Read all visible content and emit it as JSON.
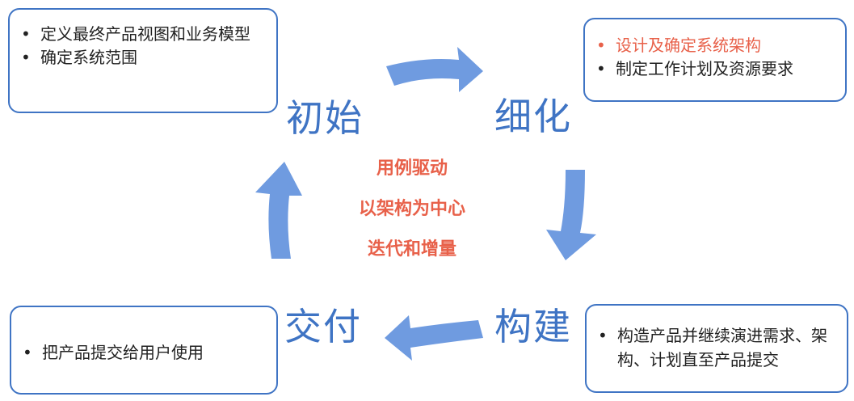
{
  "phases": {
    "inception": {
      "name": "初始",
      "bullets": [
        "定义最终产品视图和业务模型",
        "确定系统范围"
      ]
    },
    "elaboration": {
      "name": "细化",
      "bullets": [
        "设计及确定系统架构",
        "制定工作计划及资源要求"
      ]
    },
    "construction": {
      "name": "构建",
      "bullets": [
        "构造产品并继续演进需求、架构、计划直至产品提交"
      ]
    },
    "transition": {
      "name": "交付",
      "bullets": [
        "把产品提交给用户使用"
      ]
    }
  },
  "center": [
    "用例驱动",
    "以架构为中心",
    "迭代和增量"
  ],
  "colors": {
    "arrow": "#6f9be0",
    "border": "#3f74c4",
    "highlight": "#e8614a"
  }
}
